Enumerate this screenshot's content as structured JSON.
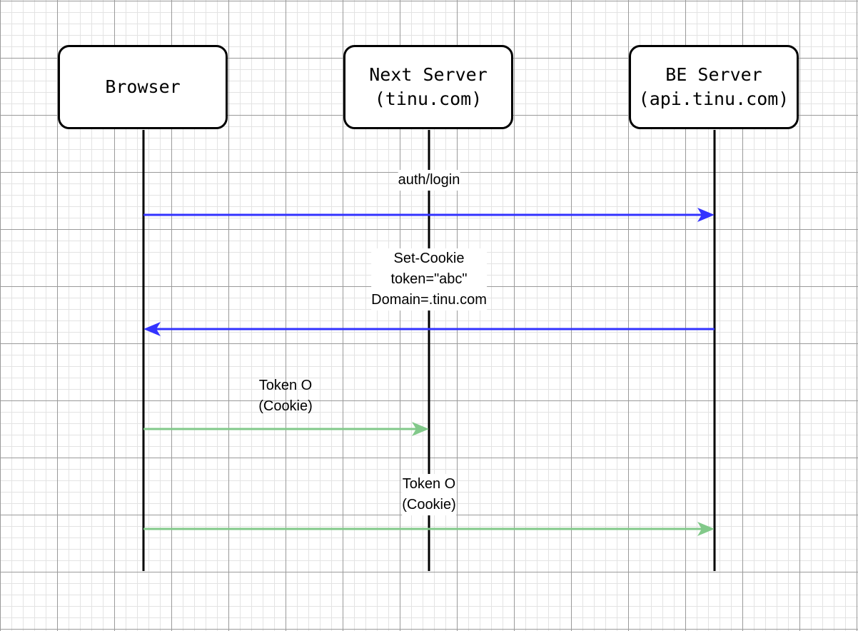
{
  "actors": [
    {
      "label": "Browser"
    },
    {
      "label": "Next Server\n(tinu.com)"
    },
    {
      "label": "BE Server\n(api.tinu.com)"
    }
  ],
  "messages": [
    {
      "label": "auth/login",
      "from": 0,
      "to": 2,
      "color": "#3333ff"
    },
    {
      "label": "Set-Cookie\ntoken=\"abc\"\nDomain=.tinu.com",
      "from": 2,
      "to": 0,
      "color": "#3333ff"
    },
    {
      "label": "Token O\n(Cookie)",
      "from": 0,
      "to": 1,
      "color": "#82c98a"
    },
    {
      "label": "Token O\n(Cookie)",
      "from": 0,
      "to": 2,
      "color": "#82c98a"
    }
  ],
  "colors": {
    "lifeline": "#000000",
    "request": "#3333ff",
    "cookie_request": "#82c98a"
  }
}
